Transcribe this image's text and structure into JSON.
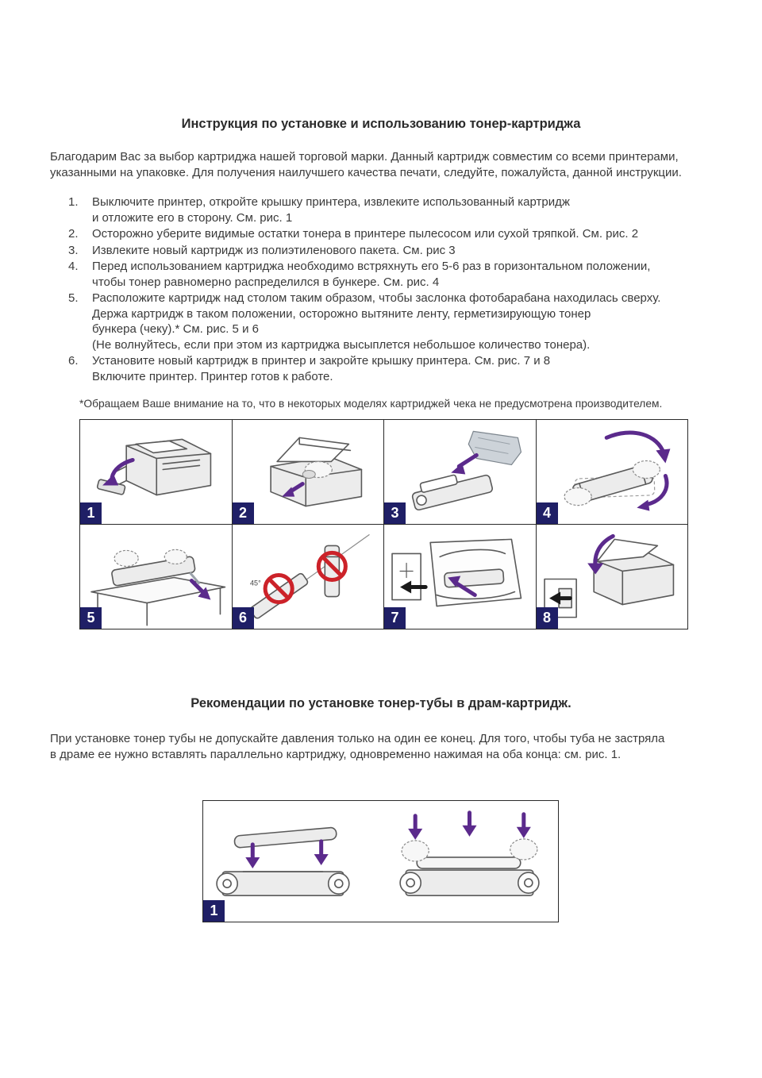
{
  "colors": {
    "badge_bg": "#1f1f66",
    "arrow": "#5b2a8c",
    "prohibit": "#cc2229"
  },
  "doc": {
    "title": "Инструкция по установке и использованию тонер-картриджа",
    "intro": "Благодарим Вас за выбор картриджа нашей торговой марки. Данный картридж совместим со всеми принтерами,\nуказанными на упаковке. Для получения наилучшего качества печати, следуйте, пожалуйста, данной инструкции.",
    "steps": [
      {
        "num": "1.",
        "text": "Выключите принтер, откройте крышку принтера, извлеките использованный картридж\nи отложите его в сторону. См. рис. 1"
      },
      {
        "num": "2.",
        "text": "Осторожно уберите видимые остатки тонера в принтере пылесосом или сухой тряпкой. См. рис. 2"
      },
      {
        "num": "3.",
        "text": "Извлеките новый картридж из полиэтиленового пакета. См. рис 3"
      },
      {
        "num": "4.",
        "text": "Перед использованием картриджа необходимо встряхнуть его 5-6 раз в горизонтальном положении,\nчтобы тонер равномерно распределился в бункере. См. рис. 4"
      },
      {
        "num": "5.",
        "text": "Расположите картридж над столом таким образом, чтобы заслонка фотобарабана находилась сверху.\nДержа картридж в таком положении, осторожно вытяните ленту, герметизирующую тонер\nбункера (чеку).* См. рис. 5 и 6\n(Не волнуйтесь, если при этом из картриджа высыплется небольшое количество тонера)."
      },
      {
        "num": "6.",
        "text": "Установите новый картридж в принтер и закройте крышку принтера. См. рис. 7 и 8\nВключите принтер. Принтер готов к работе."
      }
    ],
    "note": "*Обращаем Ваше внимание на то, что в некоторых моделях картриджей чека не предусмотрена производителем.",
    "figure_numbers": [
      "1",
      "2",
      "3",
      "4",
      "5",
      "6",
      "7",
      "8"
    ],
    "angle_label": "45°",
    "section2": {
      "title": "Рекомендации по установке тонер-тубы в драм-картридж.",
      "paragraph": "При установке тонер тубы не допускайте давления только на один ее конец. Для того, чтобы туба не застряла\nв драме ее нужно вставлять параллельно картриджу, одновременно нажимая на оба конца: см. рис. 1.",
      "figure_number": "1"
    }
  }
}
